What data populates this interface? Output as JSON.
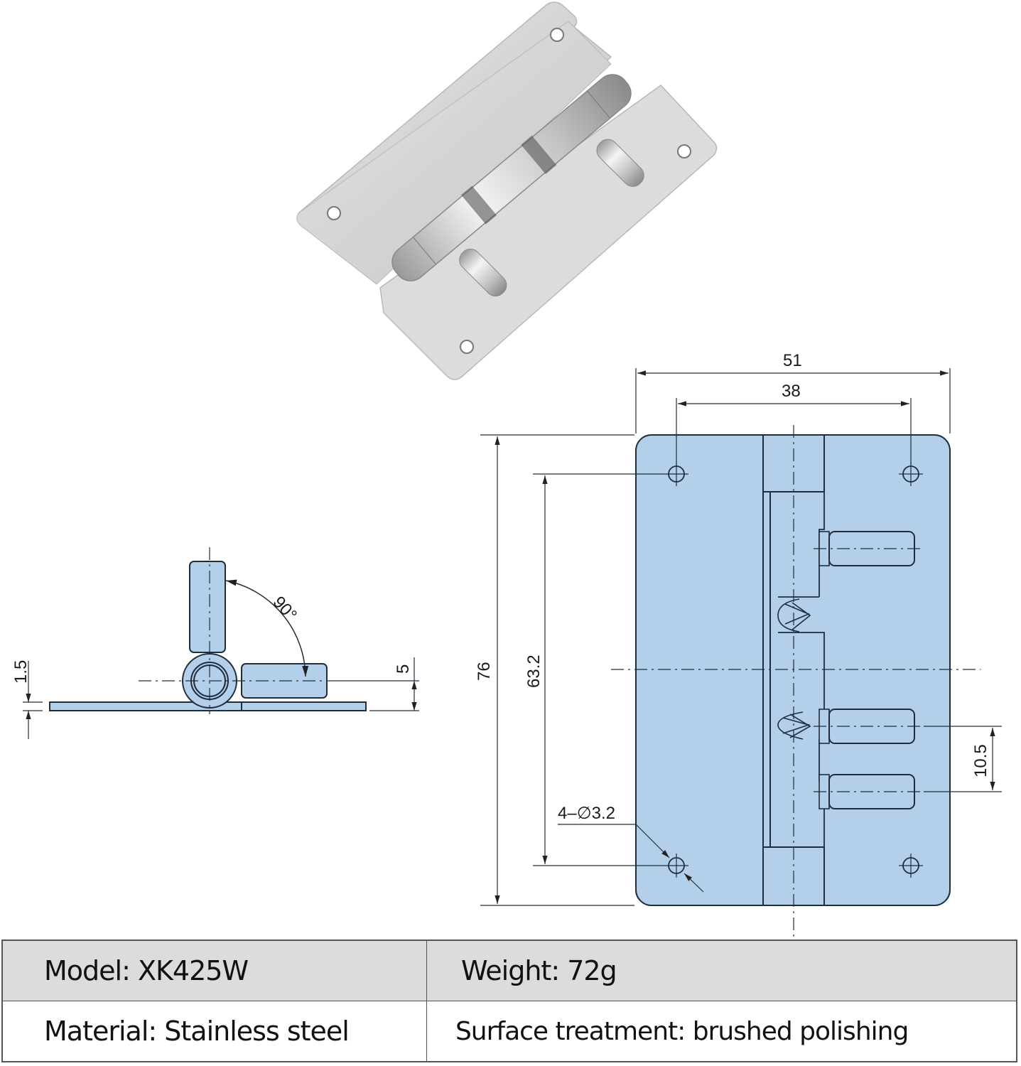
{
  "product": {
    "photo_alt": "Stainless steel spring-loaded hinge with two positioning pins",
    "colors": {
      "drawing_fill": "#b3cfe9",
      "drawing_stroke": "#1f2d3d",
      "photo_metal": "#d7d7d5"
    }
  },
  "side_view": {
    "angle_label": "90°",
    "plate_thickness_label": "1.5",
    "pin_height_label": "5"
  },
  "front_view": {
    "overall_width_label": "51",
    "hole_spacing_width_label": "38",
    "overall_height_label": "76",
    "hole_spacing_height_label": "63.2",
    "pin_spacing_label": "10.5",
    "hole_spec_label": "4–∅3.2"
  },
  "specs": {
    "model": "Model: XK425W",
    "weight": "Weight: 72g",
    "material": "Material: Stainless steel",
    "surface": "Surface treatment: brushed polishing"
  }
}
